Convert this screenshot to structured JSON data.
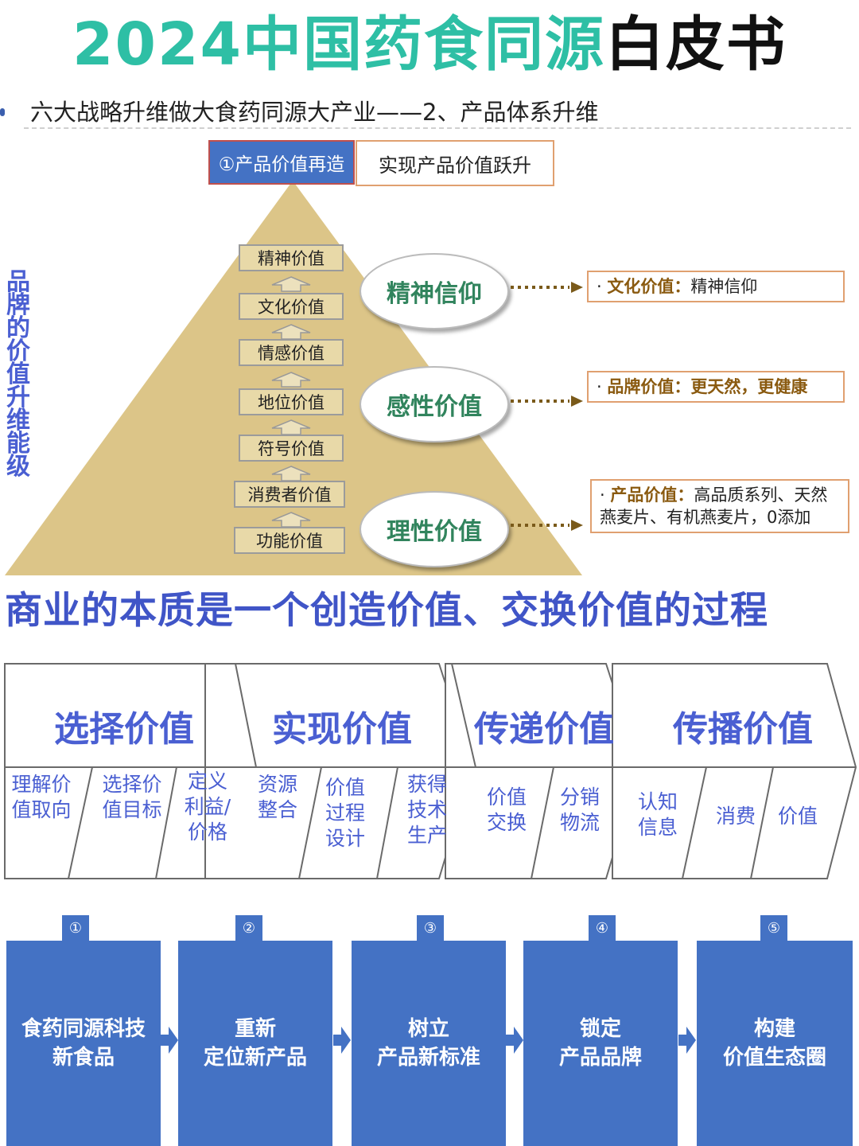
{
  "title": {
    "part1": "2024中国药食同源",
    "part2": "白皮书"
  },
  "subtitle": "六大战略升维做大食药同源大产业——2、产品体系升维",
  "tag": {
    "blue": "①产品价值再造",
    "white": "实现产品价值跃升"
  },
  "side_label": "品牌的价值升维能级",
  "pyramid_levels": [
    "精神价值",
    "文化价值",
    "情感价值",
    "地位价值",
    "符号价值",
    "消费者价值",
    "功能价值"
  ],
  "ovals": [
    "精神信仰",
    "感性价值",
    "理性价值"
  ],
  "notes": [
    {
      "label": "文化价值：",
      "text": "精神信仰"
    },
    {
      "label": "品牌价值：",
      "text": "更天然，更健康"
    },
    {
      "label": "产品价值：",
      "text": "高品质系列、天然燕麦片、有机燕麦片，0添加"
    }
  ],
  "heading": "商业的本质是一个创造价值、交换价值的过程",
  "chain": {
    "heads": [
      "选择价值",
      "实现价值",
      "传递价值",
      "传播价值"
    ],
    "subs": [
      {
        "l1": "理解价",
        "l2": "值取向"
      },
      {
        "l1": "选择价",
        "l2": "值目标"
      },
      {
        "l1": "定义",
        "l2": "利益/",
        "l3": "价格"
      },
      {
        "l1": "资源",
        "l2": "整合"
      },
      {
        "l1": "价值",
        "l2": "过程",
        "l3": "设计"
      },
      {
        "l1": "获得",
        "l2": "技术",
        "l3": "生产"
      },
      {
        "l1": "价值",
        "l2": "交换"
      },
      {
        "l1": "分销",
        "l2": "物流"
      },
      {
        "l1": "认知",
        "l2": "信息"
      },
      {
        "l1": "消费"
      },
      {
        "l1": "价值"
      }
    ]
  },
  "steps": [
    {
      "num": "①",
      "l1": "食药同源科技",
      "l2": "新食品"
    },
    {
      "num": "②",
      "l1": "重新",
      "l2": "定位新产品"
    },
    {
      "num": "③",
      "l1": "树立",
      "l2": "产品新标准"
    },
    {
      "num": "④",
      "l1": "锁定",
      "l2": "产品品牌"
    },
    {
      "num": "⑤",
      "l1": "构建",
      "l2": "价值生态圈"
    }
  ]
}
